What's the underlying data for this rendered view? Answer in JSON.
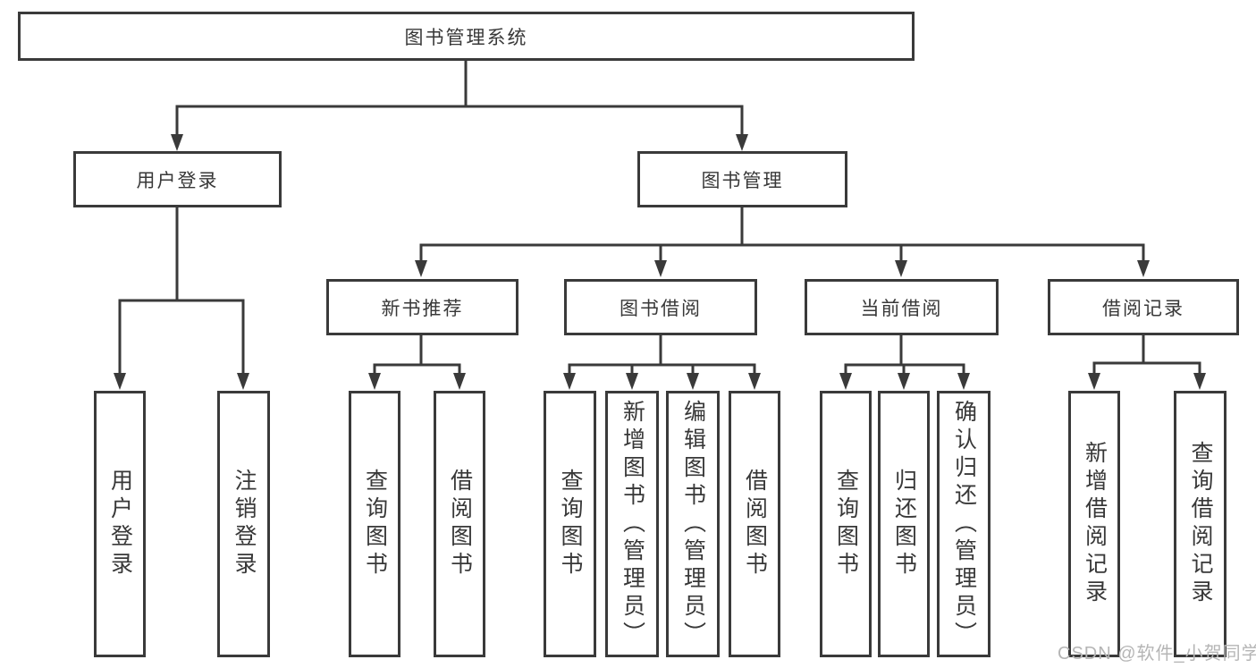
{
  "diagram": {
    "title": "图书管理系统",
    "nodes": {
      "root": {
        "label": "图书管理系统"
      },
      "level2": {
        "user_login": {
          "label": "用户登录"
        },
        "book_mgmt": {
          "label": "图书管理"
        }
      },
      "level3": {
        "new_book_rec": {
          "label": "新书推荐"
        },
        "book_borrow": {
          "label": "图书借阅"
        },
        "current_borrow": {
          "label": "当前借阅"
        },
        "borrow_records": {
          "label": "借阅记录"
        }
      },
      "leaves": {
        "user_login": {
          "label": "用户登录"
        },
        "logout": {
          "label": "注销登录"
        },
        "query_book_rec": {
          "label": "查询图书"
        },
        "borrow_book_rec": {
          "label": "借阅图书"
        },
        "query_book_borrow": {
          "label": "查询图书"
        },
        "add_book_admin": {
          "label": "新增图书（管理员）"
        },
        "edit_book_admin": {
          "label": "编辑图书（管理员）"
        },
        "borrow_book_borrow": {
          "label": "借阅图书"
        },
        "query_book_current": {
          "label": "查询图书"
        },
        "return_book": {
          "label": "归还图书"
        },
        "confirm_return_admin": {
          "label": "确认归还（管理员）"
        },
        "add_borrow_record": {
          "label": "新增借阅记录"
        },
        "query_borrow_record": {
          "label": "查询借阅记录"
        }
      }
    },
    "colors": {
      "line": "#3a3a3a",
      "box_background": "#ffffff",
      "text": "#383838",
      "watermark": "#b5b5b5"
    }
  },
  "watermark": "CSDN @软件_小贺同学"
}
